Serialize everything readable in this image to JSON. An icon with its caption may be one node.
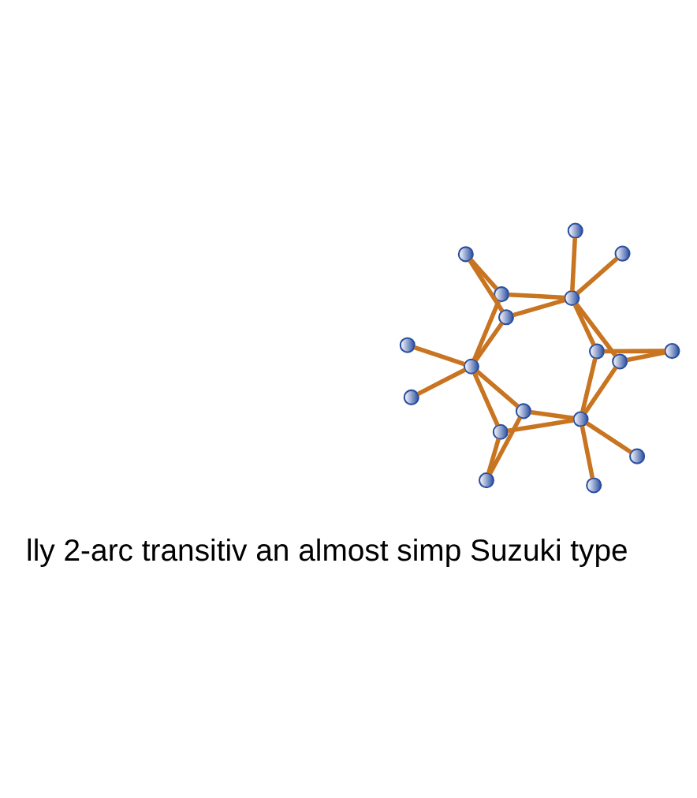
{
  "diagram": {
    "nodes": [
      {
        "text": [],
        "shape": "circle"
      },
      {
        "text": [],
        "shape": "circle"
      },
      {
        "text": [],
        "shape": "circle"
      },
      {
        "text": [],
        "shape": "circle"
      },
      {
        "text": [],
        "shape": "circle"
      },
      {
        "text": [],
        "shape": "circle"
      },
      {
        "text": [],
        "shape": "circle"
      },
      {
        "text": [],
        "shape": "circle"
      },
      {
        "text": [],
        "shape": "circle"
      },
      {
        "text": [],
        "shape": "circle"
      },
      {
        "text": [],
        "shape": "circle"
      },
      {
        "text": [],
        "shape": "circle"
      },
      {
        "text": [],
        "shape": "circle"
      },
      {
        "text": [],
        "shape": "circle"
      },
      {
        "text": [],
        "shape": "circle"
      },
      {
        "text": [],
        "shape": "circle"
      },
      {
        "text": [],
        "shape": "circle"
      },
      {
        "text": [],
        "shape": "circle"
      }
    ],
    "edges": [
      {
        "from": 0,
        "to": 1,
        "arrow": "none"
      },
      {
        "from": 1,
        "to": 2,
        "arrow": "none"
      },
      {
        "from": 2,
        "to": 3,
        "arrow": "none"
      },
      {
        "from": 2,
        "to": 4,
        "arrow": "none"
      },
      {
        "from": 0,
        "to": 3,
        "arrow": "none"
      },
      {
        "from": 0,
        "to": 4,
        "arrow": "none"
      },
      {
        "from": 3,
        "to": 5,
        "arrow": "none"
      },
      {
        "from": 3,
        "to": 6,
        "arrow": "none"
      },
      {
        "from": 4,
        "to": 7,
        "arrow": "none"
      },
      {
        "from": 4,
        "to": 8,
        "arrow": "none"
      },
      {
        "from": 3,
        "to": 11,
        "arrow": "none"
      },
      {
        "from": 3,
        "to": 9,
        "arrow": "none"
      },
      {
        "from": 4,
        "to": 15,
        "arrow": "none"
      },
      {
        "from": 4,
        "to": 17,
        "arrow": "none"
      },
      {
        "from": 9,
        "to": 10,
        "arrow": "none"
      },
      {
        "from": 10,
        "to": 11,
        "arrow": "none"
      },
      {
        "from": 9,
        "to": 13,
        "arrow": "none"
      },
      {
        "from": 12,
        "to": 13,
        "arrow": "none"
      },
      {
        "from": 13,
        "to": 14,
        "arrow": "none"
      },
      {
        "from": 15,
        "to": 13,
        "arrow": "none"
      },
      {
        "from": 15,
        "to": 16,
        "arrow": "none"
      },
      {
        "from": 16,
        "to": 17,
        "arrow": "none"
      },
      {
        "from": 11,
        "to": 13,
        "arrow": "none"
      },
      {
        "from": 13,
        "to": 17,
        "arrow": "none"
      }
    ],
    "labels": [
      "lly 2-arc transitiv an almost simp Suzuki type"
    ]
  }
}
